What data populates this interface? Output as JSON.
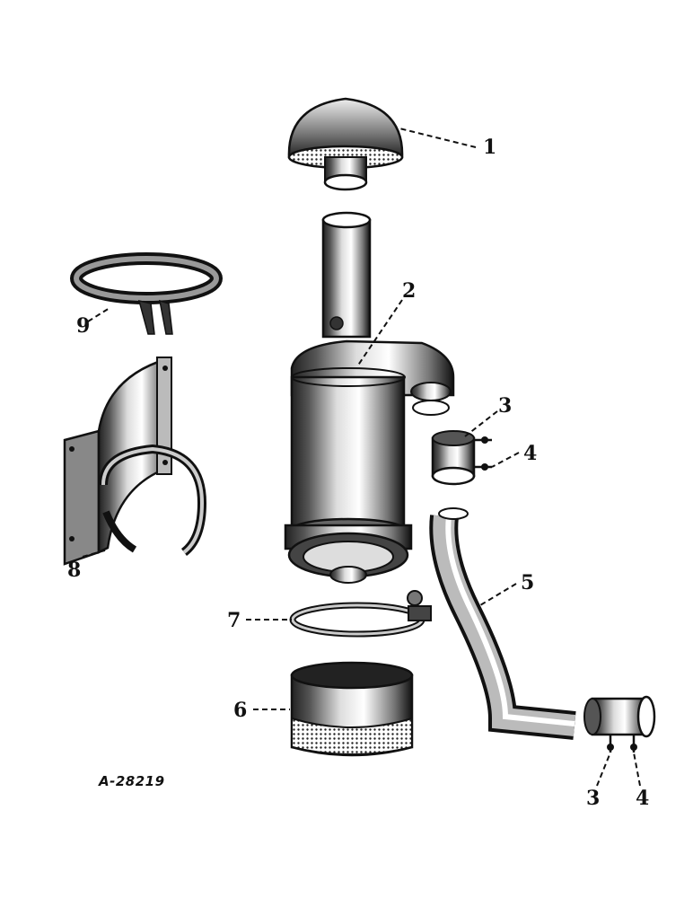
{
  "drawing": {
    "id": "A-28219",
    "ink_color": "#111111",
    "paper_color": "#ffffff"
  },
  "callouts": {
    "c1": "1",
    "c2": "2",
    "c3a": "3",
    "c4a": "4",
    "c5": "5",
    "c6": "6",
    "c7": "7",
    "c8": "8",
    "c9": "9",
    "c3b": "3",
    "c4b": "4"
  }
}
